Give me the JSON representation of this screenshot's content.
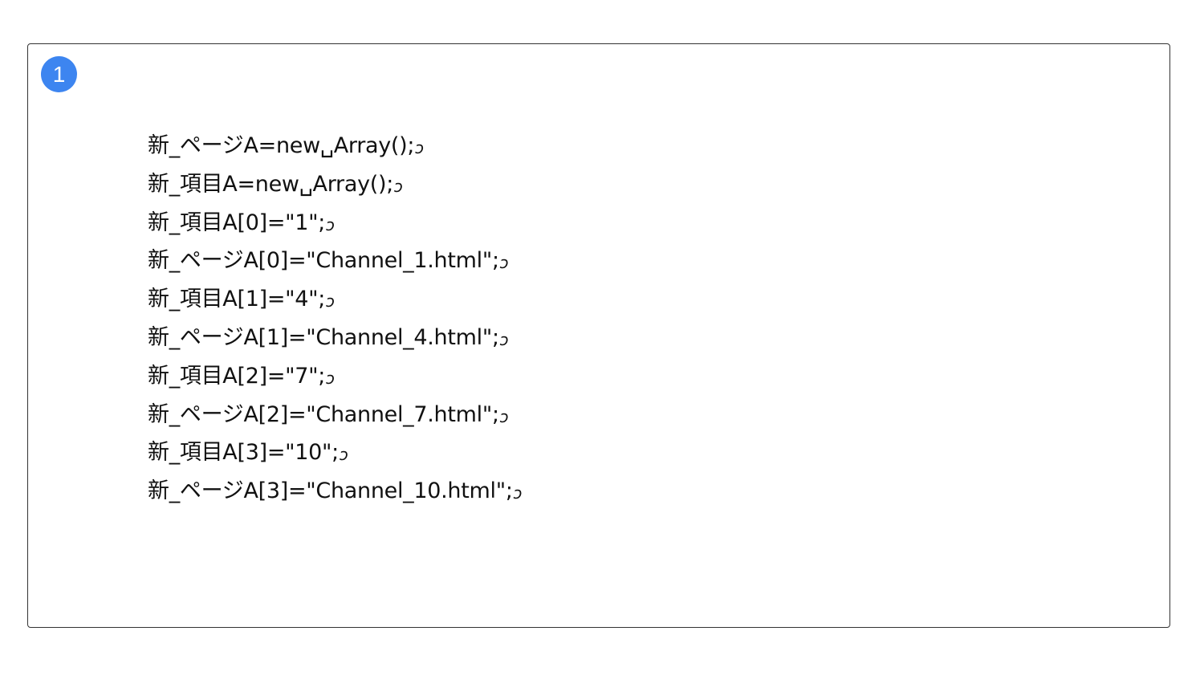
{
  "step": {
    "number": "1"
  },
  "code": {
    "return_symbol": "ↄ",
    "lines": [
      "新_ページA=new␣Array();",
      "新_項目A=new␣Array();",
      "新_項目A[0]=\"1\";",
      "新_ページA[0]=\"Channel_1.html\";",
      "新_項目A[1]=\"4\";",
      "新_ページA[1]=\"Channel_4.html\";",
      "新_項目A[2]=\"7\";",
      "新_ページA[2]=\"Channel_7.html\";",
      "新_項目A[3]=\"10\";",
      "新_ページA[3]=\"Channel_10.html\";"
    ]
  }
}
